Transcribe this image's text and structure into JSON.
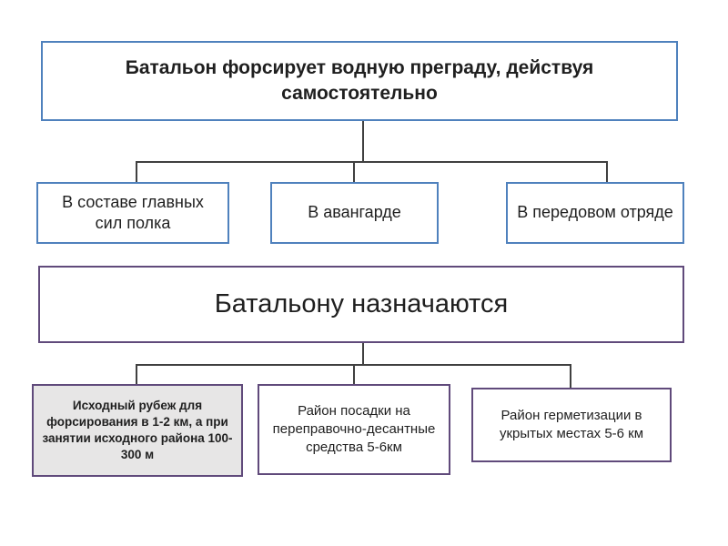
{
  "root": {
    "label": "Батальон форсирует водную преграду, действуя самостоятельно"
  },
  "level1": [
    {
      "label": "В составе главных сил полка"
    },
    {
      "label": "В авангарде"
    },
    {
      "label": "В передовом отряде"
    }
  ],
  "mid": {
    "label": "Батальону назначаются"
  },
  "level2": [
    {
      "label": "Исходный рубеж для форсирования в 1-2 км, а при занятии исходного района 100-300 м"
    },
    {
      "label": "Район посадки на переправочно-десантные средства 5-6км"
    },
    {
      "label": "Район герметизации в укрытых местах 5-6 км"
    }
  ],
  "colors": {
    "blue_border": "#4f81bd",
    "purple_border": "#604a7b",
    "connector_line": "#404040",
    "gray_fill": "#e7e6e6"
  }
}
